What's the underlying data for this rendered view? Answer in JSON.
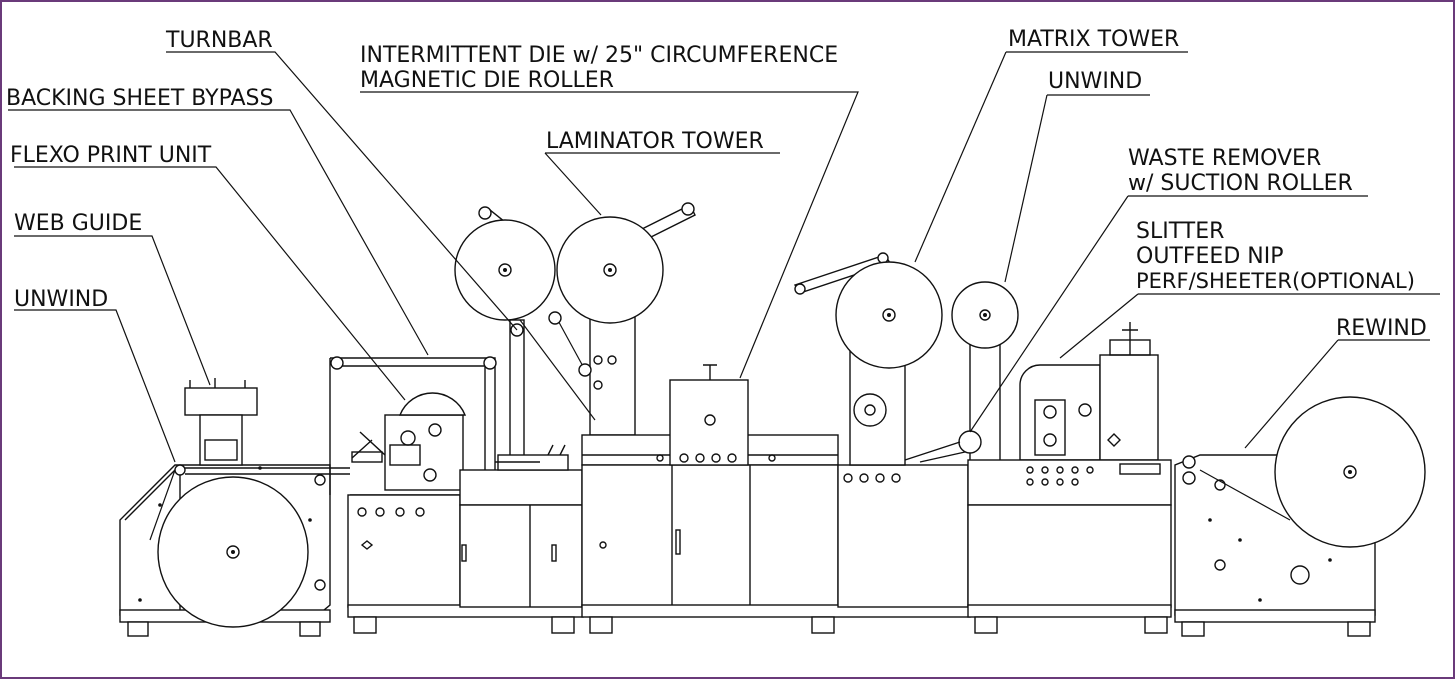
{
  "diagram": {
    "frame_color": "#6a3a7a",
    "ink_color": "#111111",
    "labels": {
      "unwind_left": "UNWIND",
      "web_guide": "WEB GUIDE",
      "flexo_print_unit": "FLEXO PRINT UNIT",
      "backing_sheet_bypass": "BACKING SHEET BYPASS",
      "turnbar": "TURNBAR",
      "intermittent_die_line1": "INTERMITTENT DIE w/ 25\" CIRCUMFERENCE",
      "intermittent_die_line2": "MAGNETIC DIE ROLLER",
      "laminator_tower": "LAMINATOR TOWER",
      "matrix_tower": "MATRIX TOWER",
      "unwind_right": "UNWIND",
      "waste_remover_line1": "WASTE REMOVER",
      "waste_remover_line2": "w/ SUCTION ROLLER",
      "slitter_line1": "SLITTER",
      "slitter_line2": "OUTFEED NIP",
      "slitter_line3": "PERF/SHEETER(OPTIONAL)",
      "rewind": "REWIND"
    }
  }
}
